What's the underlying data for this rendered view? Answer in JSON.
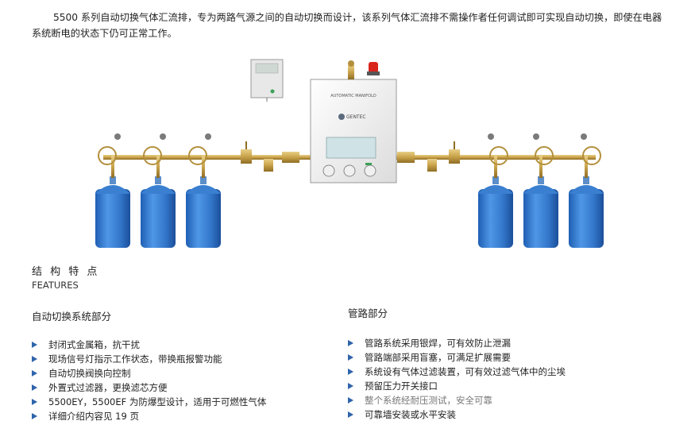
{
  "intro": "5500 系列自动切换气体汇流排，专为两路气源之间的自动切换而设计，该系列气体汇流排不需操作者任何调试即可实现自动切换，即使在电器系统断电的状态下仍可正常工作。",
  "panel": {
    "label": "AUTOMATIC MANIFOLD",
    "brand": "GENTEC"
  },
  "section": {
    "title": "结 构 特 点",
    "subtitle": "FEATURES"
  },
  "left_column": {
    "heading": "自动切换系统部分",
    "items": [
      "封闭式金属箱，抗干扰",
      "现场信号灯指示工作状态，带换瓶报警功能",
      "自动切换阀换向控制",
      "外置式过滤器，更换滤芯方便",
      "5500EY，5500EF 为防爆型设计，适用于可燃性气体",
      "详细介绍内容见 19 页"
    ]
  },
  "right_column": {
    "heading": "管路部分",
    "items": [
      "管路系统采用银焊，可有效防止泄漏",
      "管路端部采用盲塞，可满足扩展需要",
      "系统设有气体过滤装置，可有效过滤气体中的尘埃",
      "预留压力开关接口",
      "整个系统经耐压测试，安全可靠",
      "可靠墙安装或水平安装"
    ]
  },
  "colors": {
    "bullet": "#2f64ab",
    "cylinder": "#3a7fd0",
    "brass": "#c9a34a"
  }
}
